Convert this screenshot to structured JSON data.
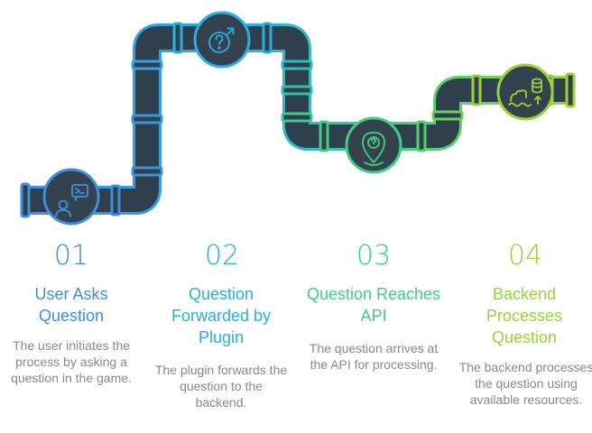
{
  "steps": [
    {
      "number": "01",
      "title": "User Asks Question",
      "description": "The user initiates the process by asking a question in the game.",
      "color": "#3f8fdf",
      "icon": "user-chat-icon"
    },
    {
      "number": "02",
      "title": "Question Forwarded by Plugin",
      "description": "The plugin forwards the question to the backend.",
      "color": "#29aee6",
      "icon": "question-arrow-icon"
    },
    {
      "number": "03",
      "title": "Question Reaches API",
      "description": "The question arrives at the API for processing.",
      "color": "#3fcf82",
      "icon": "question-location-pin-icon"
    },
    {
      "number": "04",
      "title": "Backend Processes Question",
      "description": "The backend processes the question using available resources.",
      "color": "#9ad23a",
      "icon": "database-process-icon"
    }
  ],
  "pipe": {
    "fill": "#2f3f4b",
    "node_fill": "#34424d"
  }
}
